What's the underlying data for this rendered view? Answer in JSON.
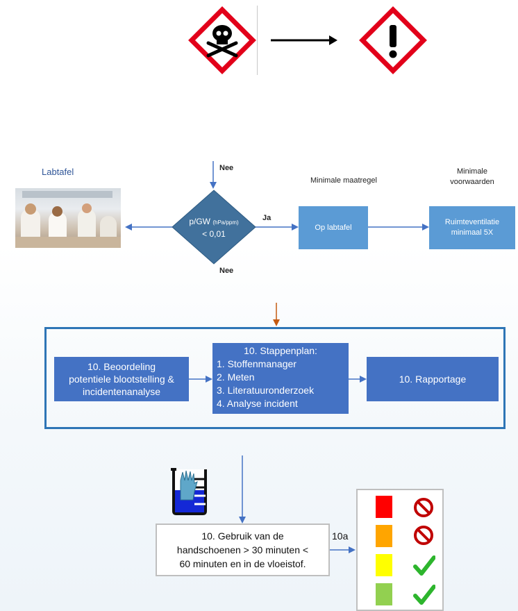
{
  "arrow_top": {},
  "labtafel": {
    "label": "Labtafel"
  },
  "decision": {
    "condition_main": "p/GW",
    "condition_unit": "(hPa/ppm)",
    "condition_value": "< 0,01",
    "input_label": "Nee",
    "yes_label": "Ja",
    "no_label": "Nee"
  },
  "minimale_maatregel": {
    "heading": "Minimale maatregel",
    "box": "Op labtafel"
  },
  "minimale_voorwaarden": {
    "heading_line1": "Minimale",
    "heading_line2": "voorwaarden",
    "box_line1": "Ruimteventilatie",
    "box_line2": "minimaal 5X"
  },
  "process": {
    "beoordeling": [
      "10. Beoordeling",
      "potentiele blootstelling &",
      "incidentenanalyse"
    ],
    "stappenplan": [
      "10. Stappenplan:",
      "1. Stoffenmanager",
      "2. Meten",
      "3. Literatuuronderzoek",
      "4. Analyse incident"
    ],
    "rapportage": "10. Rapportage"
  },
  "gloves": {
    "text": [
      "10. Gebruik van de",
      "handschoenen > 30 minuten <",
      "60 minuten en in de vloeistof."
    ],
    "ref": "10a"
  },
  "traffic_light": [
    {
      "color": "#ff0000",
      "status": "prohibited"
    },
    {
      "color": "#ffa500",
      "status": "prohibited"
    },
    {
      "color": "#ffff00",
      "status": "allowed"
    },
    {
      "color": "#92d050",
      "status": "allowed"
    }
  ],
  "colors": {
    "box_light": "#5b9bd5",
    "box_dark": "#4472c4",
    "diamond": "#41719c",
    "hazard_red": "#e2001a",
    "orange_arrow": "#c55a11",
    "check": "#2db52d",
    "no": "#c00000"
  }
}
